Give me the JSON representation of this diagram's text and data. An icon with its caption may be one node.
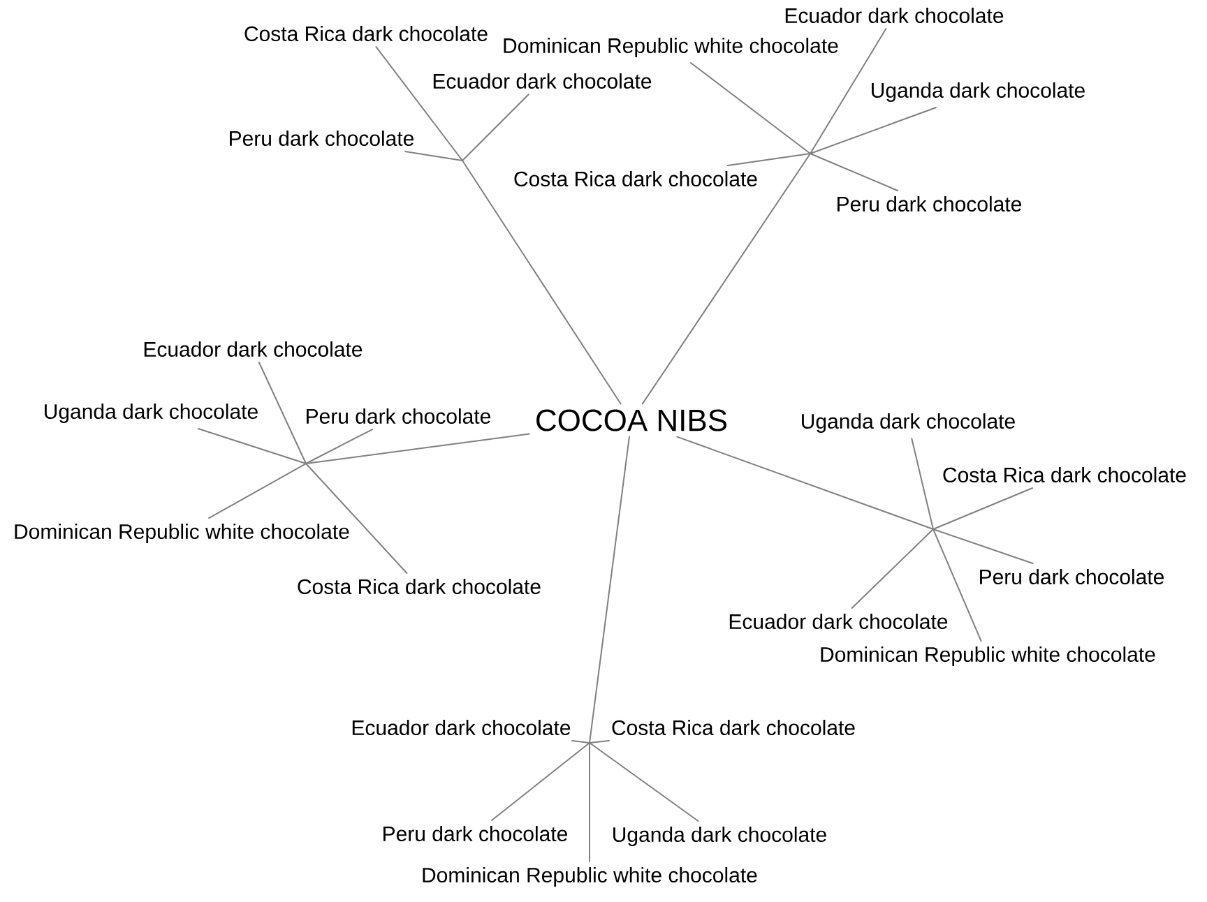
{
  "diagram": {
    "nodes": [
      {
        "text": [
          "COCOA NIBS"
        ]
      },
      {
        "text": [
          "Costa Rica dark chocolate"
        ]
      },
      {
        "text": [
          "Ecuador dark chocolate"
        ]
      },
      {
        "text": [
          "Peru dark chocolate"
        ]
      },
      {
        "text": [
          "Ecuador dark chocolate"
        ]
      },
      {
        "text": [
          "Dominican Republic white chocolate"
        ]
      },
      {
        "text": [
          "Uganda dark chocolate"
        ]
      },
      {
        "text": [
          "Costa Rica dark chocolate"
        ]
      },
      {
        "text": [
          "Peru dark chocolate"
        ]
      },
      {
        "text": [
          "Ecuador dark chocolate"
        ]
      },
      {
        "text": [
          "Uganda dark chocolate"
        ]
      },
      {
        "text": [
          "Peru dark chocolate"
        ]
      },
      {
        "text": [
          "Dominican Republic white chocolate"
        ]
      },
      {
        "text": [
          "Costa Rica dark chocolate"
        ]
      },
      {
        "text": [
          "Uganda dark chocolate"
        ]
      },
      {
        "text": [
          "Costa Rica dark chocolate"
        ]
      },
      {
        "text": [
          "Peru dark chocolate"
        ]
      },
      {
        "text": [
          "Ecuador dark chocolate"
        ]
      },
      {
        "text": [
          "Dominican Republic white chocolate"
        ]
      },
      {
        "text": [
          "Ecuador dark chocolate"
        ]
      },
      {
        "text": [
          "Costa Rica dark chocolate"
        ]
      },
      {
        "text": [
          "Peru dark chocolate"
        ]
      },
      {
        "text": [
          "Uganda dark chocolate"
        ]
      },
      {
        "text": [
          "Dominican Republic white chocolate"
        ]
      }
    ],
    "edges": [
      {
        "from": 0,
        "to": 1,
        "arrow": "none"
      },
      {
        "from": 0,
        "to": 2,
        "arrow": "none"
      },
      {
        "from": 0,
        "to": 3,
        "arrow": "none"
      },
      {
        "from": 0,
        "to": 4,
        "arrow": "none"
      },
      {
        "from": 0,
        "to": 5,
        "arrow": "none"
      },
      {
        "from": 0,
        "to": 6,
        "arrow": "none"
      },
      {
        "from": 0,
        "to": 7,
        "arrow": "none"
      },
      {
        "from": 0,
        "to": 8,
        "arrow": "none"
      },
      {
        "from": 0,
        "to": 9,
        "arrow": "none"
      },
      {
        "from": 0,
        "to": 10,
        "arrow": "none"
      },
      {
        "from": 0,
        "to": 11,
        "arrow": "none"
      },
      {
        "from": 0,
        "to": 12,
        "arrow": "none"
      },
      {
        "from": 0,
        "to": 13,
        "arrow": "none"
      },
      {
        "from": 0,
        "to": 14,
        "arrow": "none"
      },
      {
        "from": 0,
        "to": 15,
        "arrow": "none"
      },
      {
        "from": 0,
        "to": 16,
        "arrow": "none"
      },
      {
        "from": 0,
        "to": 17,
        "arrow": "none"
      },
      {
        "from": 0,
        "to": 18,
        "arrow": "none"
      },
      {
        "from": 0,
        "to": 19,
        "arrow": "none"
      },
      {
        "from": 0,
        "to": 20,
        "arrow": "none"
      },
      {
        "from": 0,
        "to": 21,
        "arrow": "none"
      },
      {
        "from": 0,
        "to": 22,
        "arrow": "none"
      },
      {
        "from": 0,
        "to": 23,
        "arrow": "none"
      }
    ]
  }
}
